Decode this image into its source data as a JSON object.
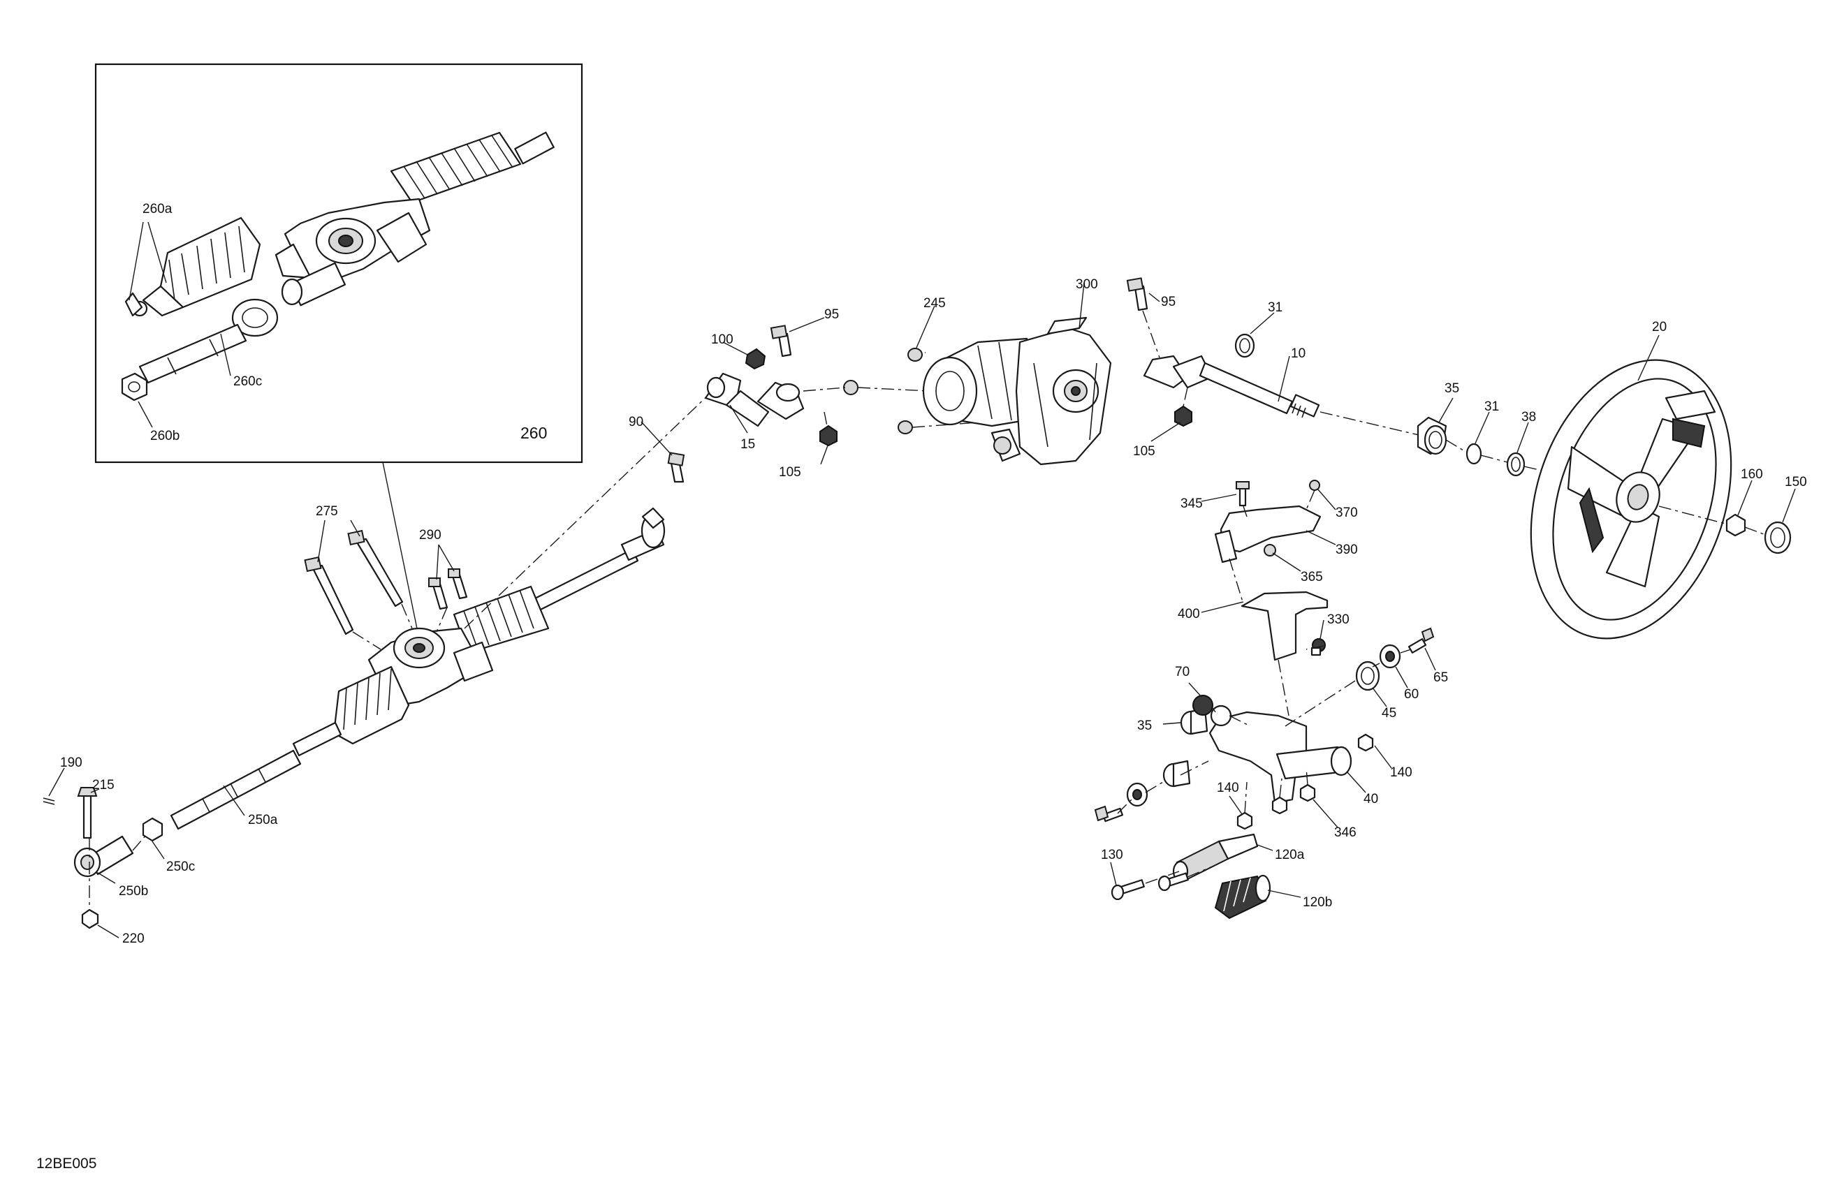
{
  "inset": {
    "label": "260"
  },
  "labels": {
    "l260a": "260a",
    "l260b": "260b",
    "l260c": "260c",
    "l275": "275",
    "l290": "290",
    "l190": "190",
    "l215": "215",
    "l250a": "250a",
    "l250b": "250b",
    "l250c": "250c",
    "l220": "220",
    "l90": "90",
    "l100": "100",
    "l95a": "95",
    "l15": "15",
    "l105a": "105",
    "l245": "245",
    "l300": "300",
    "l95b": "95",
    "l105b": "105",
    "l31a": "31",
    "l10": "10",
    "l35a": "35",
    "l31b": "31",
    "l38": "38",
    "l20": "20",
    "l160": "160",
    "l150": "150",
    "l345": "345",
    "l370": "370",
    "l390": "390",
    "l365": "365",
    "l400": "400",
    "l330": "330",
    "l70": "70",
    "l35b": "35",
    "l45": "45",
    "l60": "60",
    "l65": "65",
    "l140a": "140",
    "l40": "40",
    "l140b": "140",
    "l346": "346",
    "l130": "130",
    "l120a": "120a",
    "l120b": "120b"
  },
  "drawing_code": "12BE005"
}
